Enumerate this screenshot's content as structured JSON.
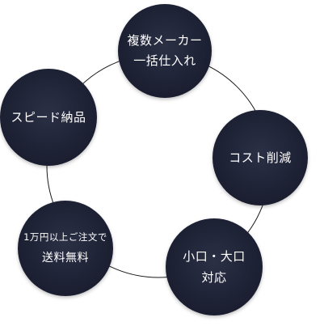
{
  "cycle": {
    "nodes": [
      {
        "lines": [
          "複数メーカー",
          "一括仕入れ"
        ]
      },
      {
        "lines": [
          "コスト削減"
        ]
      },
      {
        "lines": [
          "小口・大口",
          "対応"
        ]
      },
      {
        "lines": [
          "1万円以上ご注文で",
          "送料無料"
        ]
      },
      {
        "lines": [
          "スピード納品"
        ]
      }
    ],
    "node_color": "#1e2235",
    "text_color": "#ffffff",
    "ring_color": "#1a1a1a"
  }
}
